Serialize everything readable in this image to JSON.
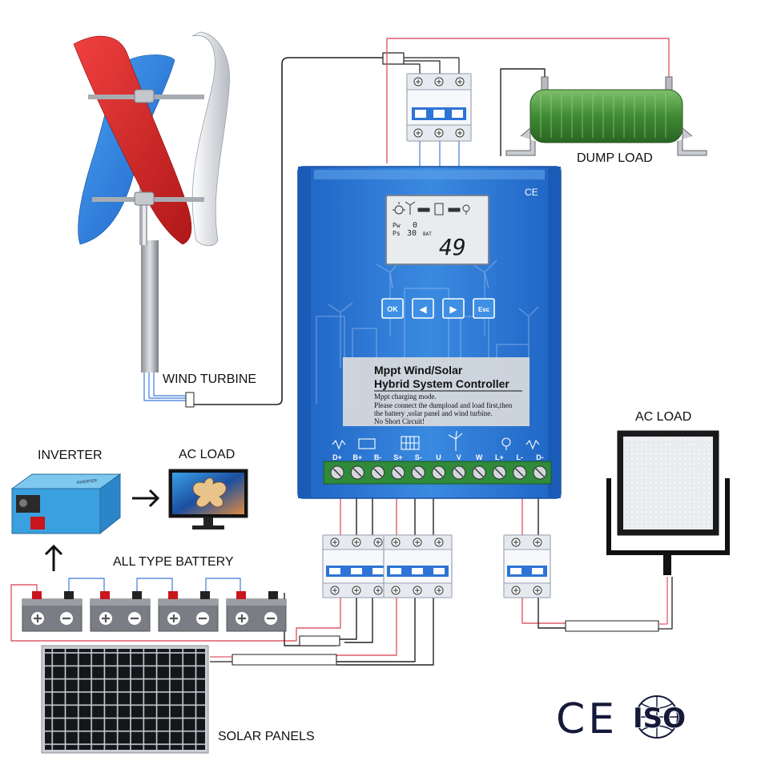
{
  "labels": {
    "wind_turbine": "WIND TURBINE",
    "dump_load": "DUMP LOAD",
    "ac_load_right": "AC LOAD",
    "inverter": "INVERTER",
    "ac_load_left": "AC LOAD",
    "battery": "ALL TYPE BATTERY",
    "solar_panels": "SOLAR PANELS"
  },
  "controller": {
    "title_line1": "Mppt Wind/Solar",
    "title_line2": "Hybrid System Controller",
    "notes": [
      "Mppt charging mode.",
      "Please connect the dumpload and load first,then",
      "the battery ,solar panel and wind turbine.",
      "No Short Circuit!"
    ],
    "buttons": [
      "OK",
      "◀",
      "▶",
      "Esc"
    ],
    "lcd": {
      "pw_label": "Pw",
      "pw_value": "0",
      "ps_label": "Ps",
      "ps_value": "30",
      "bat_label": "BAT",
      "main_value": "49"
    },
    "terminals": [
      "D+",
      "B+",
      "B-",
      "S+",
      "S-",
      "U",
      "V",
      "W",
      "L+",
      "L-",
      "D-"
    ],
    "ce_mark": "CE"
  },
  "certifications": {
    "ce": "CE",
    "iso": "ISO"
  },
  "colors": {
    "controller_blue": "#2f7fd6",
    "wire_red": "#e0505a",
    "wire_blue": "#5b8fe0",
    "wire_black": "#222222"
  }
}
